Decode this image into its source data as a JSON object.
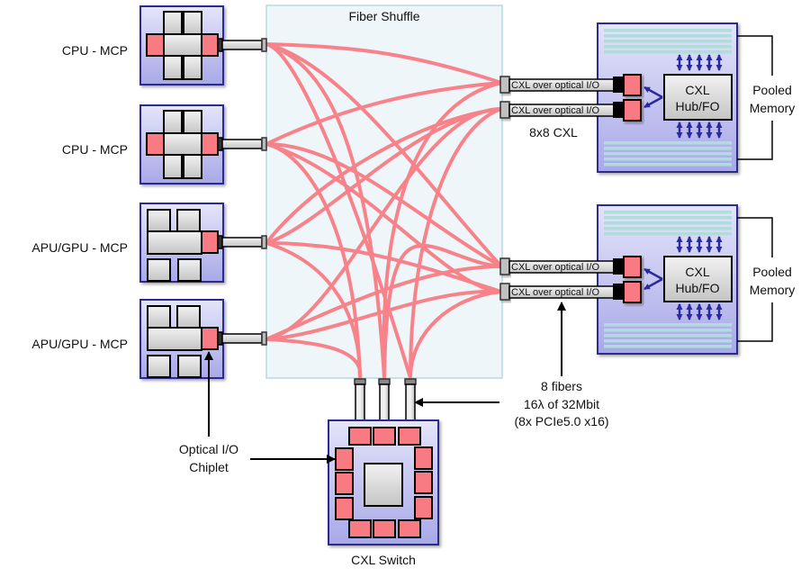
{
  "title": "Fiber Shuffle",
  "colors": {
    "fiber": "#f8828a",
    "chiplet": "#f87a82",
    "package_fill": "#b8b8f0",
    "package_border": "#2a2a90",
    "shuffle_fill": "#eef6f9",
    "shuffle_border": "#b6dbe0",
    "memory_stripe": "#b0dcdc",
    "arrow_blue": "#2a2aa0"
  },
  "compute_nodes": [
    {
      "label": "CPU - MCP",
      "type": "cpu"
    },
    {
      "label": "CPU - MCP",
      "type": "cpu"
    },
    {
      "label": "APU/GPU - MCP",
      "type": "gpu"
    },
    {
      "label": "APU/GPU - MCP",
      "type": "gpu"
    }
  ],
  "memory_pools": [
    {
      "hub_line1": "CXL",
      "hub_line2": "Hub/FO",
      "label_line1": "Pooled",
      "label_line2": "Memory",
      "connectors": [
        "CXL over optical I/O",
        "CXL over optical I/O"
      ]
    },
    {
      "hub_line1": "CXL",
      "hub_line2": "Hub/FO",
      "label_line1": "Pooled",
      "label_line2": "Memory",
      "connectors": [
        "CXL over optical I/O",
        "CXL over optical I/O"
      ]
    }
  ],
  "annotations": {
    "cxl_8x8": "8x8 CXL",
    "fibers_line1": "8 fibers",
    "fibers_line2": "16λ of 32Mbit",
    "fibers_line3": "(8x PCIe5.0 x16)",
    "optical_line1": "Optical I/O",
    "optical_line2": "Chiplet"
  },
  "switch": {
    "label": "CXL Switch"
  }
}
